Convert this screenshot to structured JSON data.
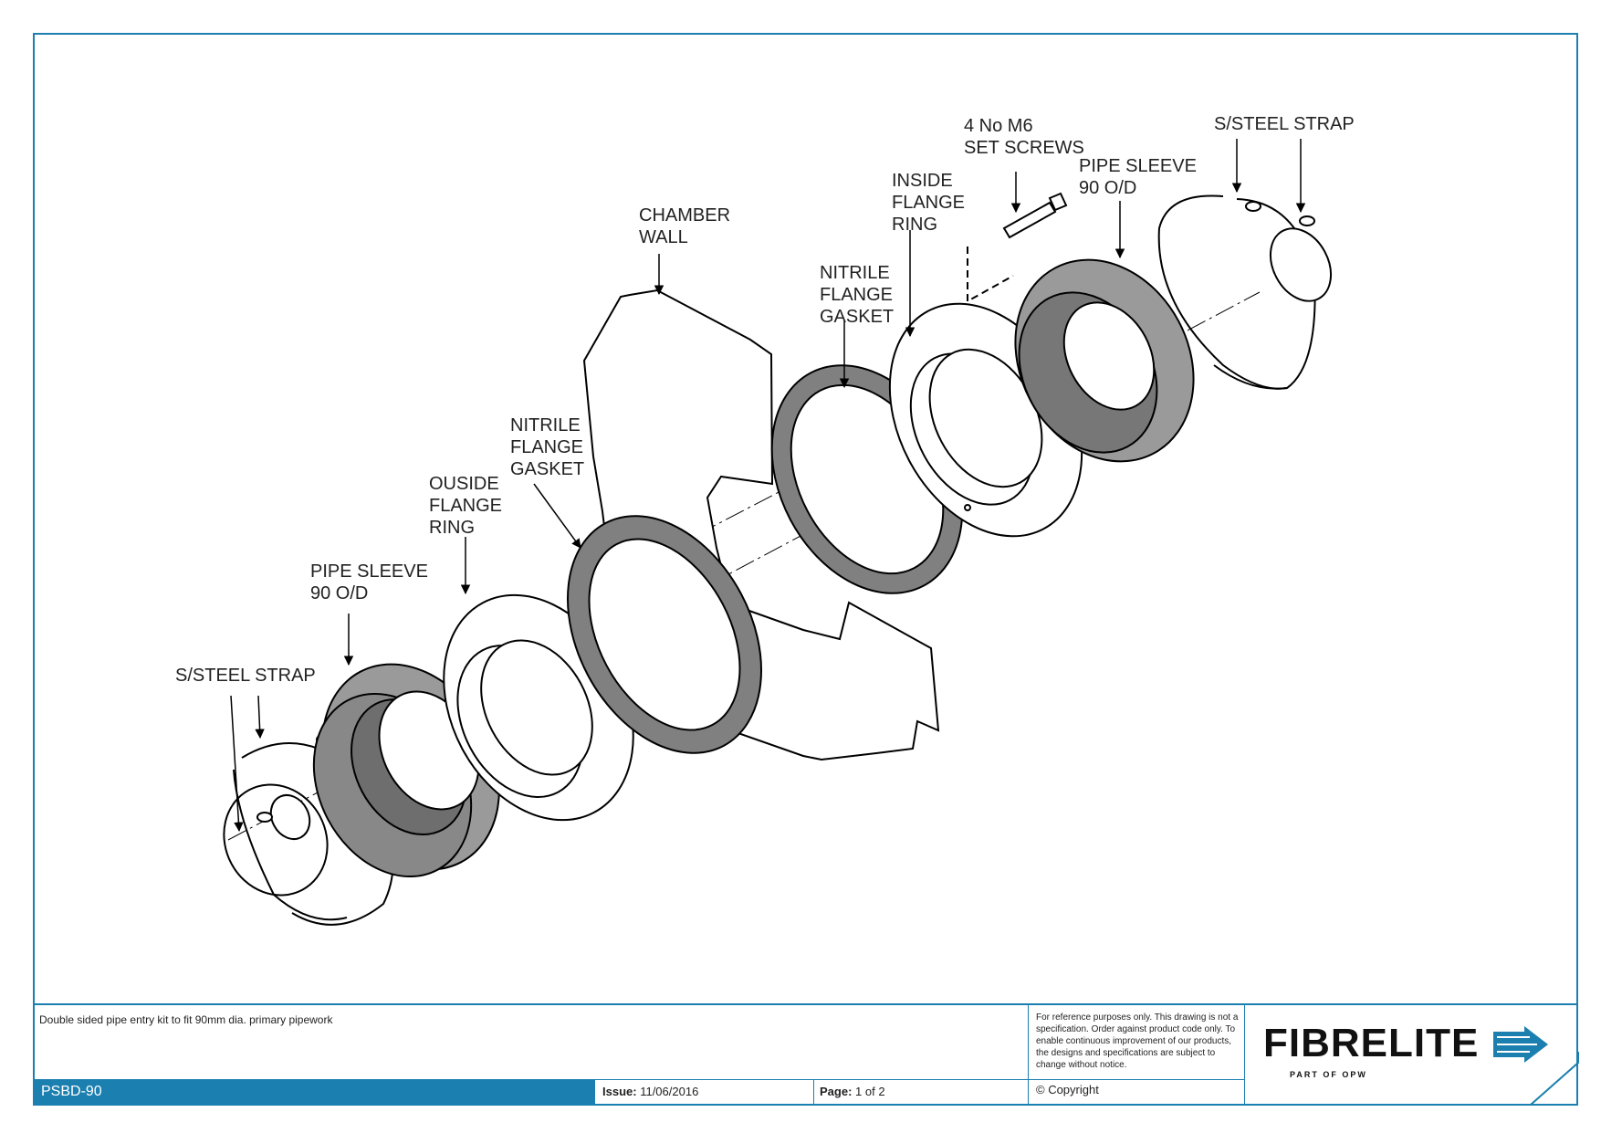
{
  "labels": {
    "s_steel_strap_left": "S/STEEL STRAP",
    "pipe_sleeve_left_1": "PIPE SLEEVE",
    "pipe_sleeve_left_2": "90 O/D",
    "outside_ring_1": "OUSIDE",
    "outside_ring_2": "FLANGE",
    "outside_ring_3": "RING",
    "gasket_left_1": "NITRILE",
    "gasket_left_2": "FLANGE",
    "gasket_left_3": "GASKET",
    "chamber_wall_1": "CHAMBER",
    "chamber_wall_2": "WALL",
    "gasket_right_1": "NITRILE",
    "gasket_right_2": "FLANGE",
    "gasket_right_3": "GASKET",
    "inside_ring_1": "INSIDE",
    "inside_ring_2": "FLANGE",
    "inside_ring_3": "RING",
    "screws_1": "4 No M6",
    "screws_2": "SET SCREWS",
    "pipe_sleeve_right_1": "PIPE SLEEVE",
    "pipe_sleeve_right_2": "90 O/D",
    "s_steel_strap_right": "S/STEEL STRAP"
  },
  "title_block": {
    "description": "Double sided pipe entry kit to fit 90mm dia. primary pipework",
    "code": "PSBD-90",
    "issue_label": "Issue:",
    "issue_value": "11/06/2016",
    "page_label": "Page:",
    "page_value": "1 of 2",
    "copyright": "© Copyright",
    "note": "For reference purposes only. This drawing is not a specification. Order against product code only.  To enable continuous improvement of our products, the designs and specifications are subject to change without notice.",
    "brand": "FIBRELITE",
    "brand_sub": "PART OF OPW"
  },
  "colors": {
    "border": "#1b7fb0",
    "gasket": "#808080",
    "sleeve": "#9a9a9a"
  }
}
